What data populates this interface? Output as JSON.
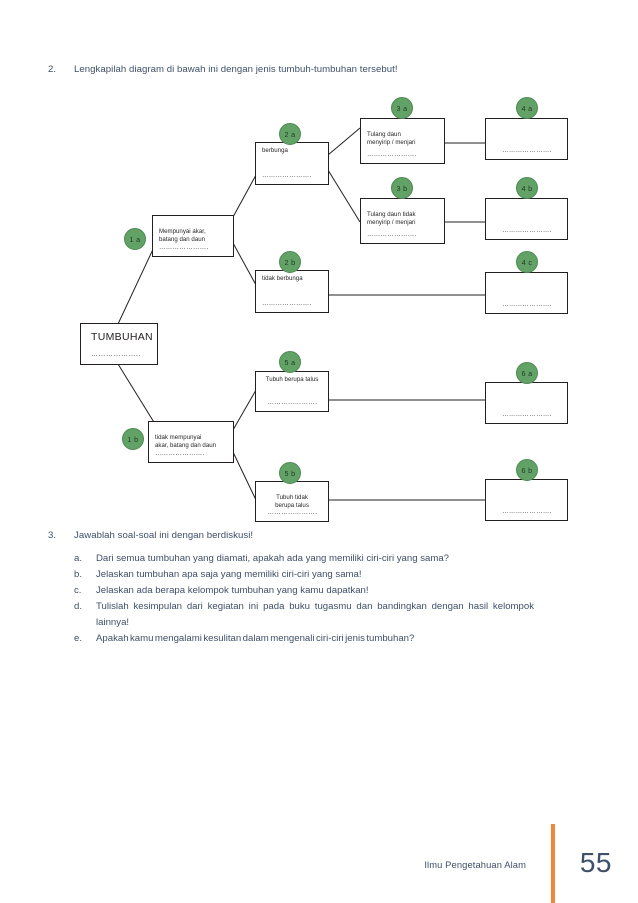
{
  "question2": {
    "number": "2.",
    "text": "Lengkapilah diagram di bawah ini dengan jenis tumbuh-tumbuhan tersebut!"
  },
  "diagram": {
    "dots": "………………….",
    "nodes": {
      "root": {
        "label": "TUMBUHAN",
        "dots": "……………….."
      },
      "has_parts": {
        "label": "Mempunyai akar,\nbatang dan daun",
        "dots": "…………………."
      },
      "no_parts": {
        "label": "tidak mempunyai\nakar, batang dan daun",
        "dots": "…………………."
      },
      "flowering": {
        "label": "berbunga",
        "dots": "…………………."
      },
      "nonflower": {
        "label": "tidak berbunga",
        "dots": "…………………."
      },
      "vein_yes": {
        "label": "Tulang daun\nmenyirip / menjari",
        "dots": "…………………."
      },
      "vein_no": {
        "label": "Tulang daun tidak\nmenyirip / menjari",
        "dots": "…………………."
      },
      "thallus_yes": {
        "label": "Tubuh berupa talus",
        "dots": "…………………."
      },
      "thallus_no": {
        "label": "Tubuh tidak\nberupa talus",
        "dots": "…………………."
      },
      "blank_4a": {
        "label": "",
        "dots": "…………………."
      },
      "blank_4b": {
        "label": "",
        "dots": "…………………."
      },
      "blank_4c": {
        "label": "",
        "dots": "…………………."
      },
      "blank_6a": {
        "label": "",
        "dots": "…………………."
      },
      "blank_6b": {
        "label": "",
        "dots": "…………………."
      }
    },
    "badges": {
      "b1a": "1 a",
      "b1b": "1 b",
      "b2a": "2 a",
      "b2b": "2 b",
      "b3a": "3 a",
      "b3b": "3 b",
      "b4a": "4 a",
      "b4b": "4 b",
      "b4c": "4 c",
      "b5a": "5 a",
      "b5b": "5 b",
      "b6a": "6 a",
      "b6b": "6 b"
    },
    "colors": {
      "badge_fill": "#63a267",
      "badge_border": "#4e8a53",
      "line": "#231f20",
      "box_border": "#231f20"
    }
  },
  "question3": {
    "number": "3.",
    "text": "Jawablah soal-soal ini dengan berdiskusi!",
    "items": [
      {
        "letter": "a.",
        "text": "Dari semua tumbuhan yang diamati, apakah ada yang memiliki ciri-ciri yang sama?"
      },
      {
        "letter": "b.",
        "text": "Jelaskan tumbuhan apa saja yang memiliki ciri-ciri yang sama!"
      },
      {
        "letter": "c.",
        "text": "Jelaskan ada berapa kelompok tumbuhan yang kamu dapatkan!"
      },
      {
        "letter": "d.",
        "text": "Tulislah kesimpulan dari kegiatan ini pada buku tugasmu dan bandingkan dengan hasil kelompok lainnya!"
      },
      {
        "letter": "e.",
        "text": "Apakah kamu mengalami kesulitan dalam mengenali ciri-ciri jenis tumbuhan?"
      }
    ]
  },
  "footer": {
    "label": "Ilmu Pengetahuan Alam",
    "page": "55",
    "rule_color": "#f0883a"
  }
}
